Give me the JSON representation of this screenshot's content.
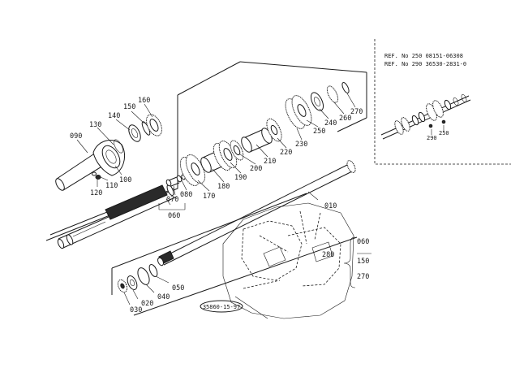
{
  "ref_box": {
    "line1": "REF. No 250  08151-06308",
    "line2": "REF. No 290  36530-2831-0",
    "callout_290": "290",
    "callout_250": "250"
  },
  "labels": [
    {
      "id": "p010",
      "text": "010"
    },
    {
      "id": "p020",
      "text": "020"
    },
    {
      "id": "p030",
      "text": "030"
    },
    {
      "id": "p040",
      "text": "040"
    },
    {
      "id": "p050",
      "text": "050"
    },
    {
      "id": "p060",
      "text": "060"
    },
    {
      "id": "p070",
      "text": "070"
    },
    {
      "id": "p080",
      "text": "080"
    },
    {
      "id": "p090",
      "text": "090"
    },
    {
      "id": "p100",
      "text": "100"
    },
    {
      "id": "p110",
      "text": "110"
    },
    {
      "id": "p120",
      "text": "120"
    },
    {
      "id": "p130",
      "text": "130"
    },
    {
      "id": "p140",
      "text": "140"
    },
    {
      "id": "p150",
      "text": "150"
    },
    {
      "id": "p160",
      "text": "160"
    },
    {
      "id": "p170",
      "text": "170"
    },
    {
      "id": "p180",
      "text": "180"
    },
    {
      "id": "p190",
      "text": "190"
    },
    {
      "id": "p200",
      "text": "200"
    },
    {
      "id": "p210",
      "text": "210"
    },
    {
      "id": "p220",
      "text": "220"
    },
    {
      "id": "p230",
      "text": "230"
    },
    {
      "id": "p240",
      "text": "240"
    },
    {
      "id": "p250",
      "text": "250"
    },
    {
      "id": "p260",
      "text": "260"
    },
    {
      "id": "p270",
      "text": "270"
    }
  ],
  "kit": {
    "label": "280",
    "items": [
      "060",
      "150",
      "270"
    ]
  },
  "drawing_code": "35860-15-97"
}
